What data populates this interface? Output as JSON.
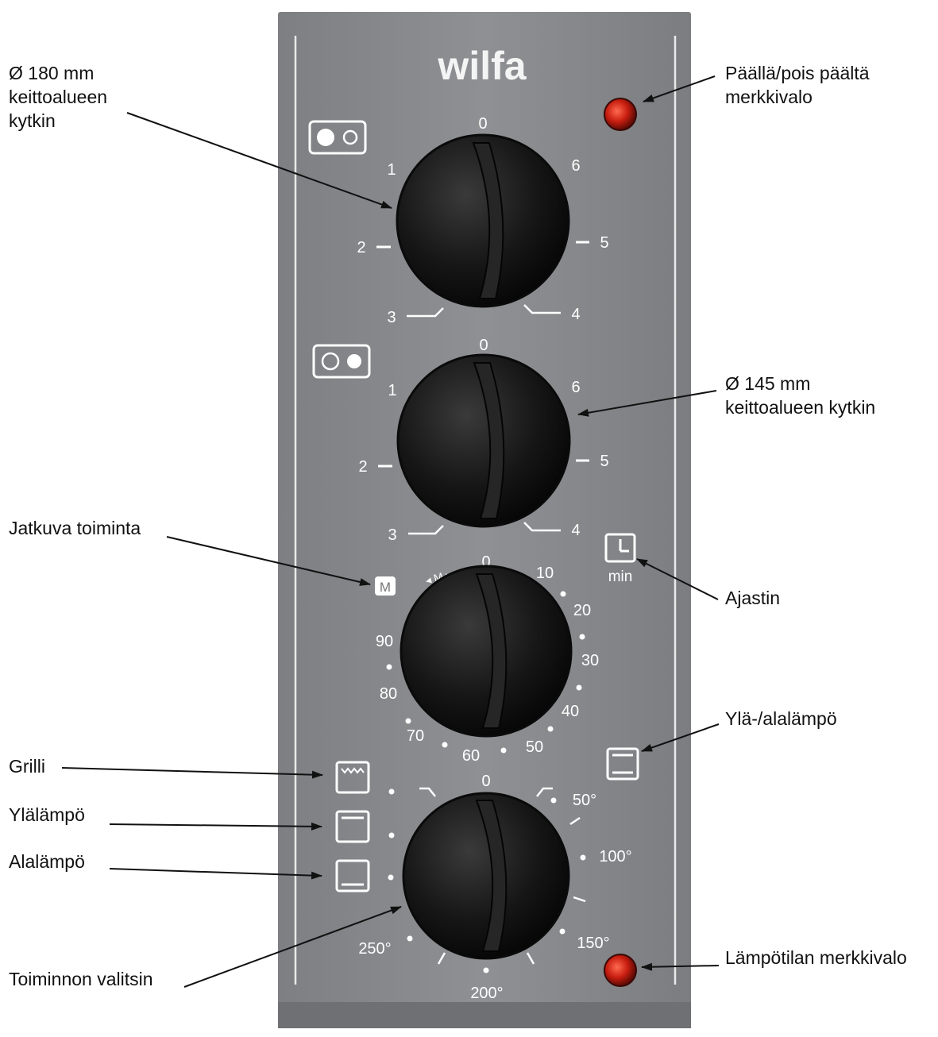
{
  "brand": "wilfa",
  "callouts": {
    "large_zone_switch": "Ø 180 mm\nkeittoalueen\nkytkin",
    "power_light": "Päällä/pois päältä\nmerkkivalo",
    "small_zone_switch": "Ø 145 mm\nkeittoalueen kytkin",
    "continuous": "Jatkuva toiminta",
    "timer": "Ajastin",
    "top_bottom_heat": "Ylä-/alalämpö",
    "grill": "Grilli",
    "top_heat": "Ylälämpö",
    "bottom_heat": "Alalämpö",
    "function_selector": "Toiminnon valitsin",
    "temp_light": "Lämpötilan merkkivalo"
  },
  "dial1": {
    "labels": [
      "0",
      "1",
      "2",
      "3",
      "4",
      "5",
      "6"
    ]
  },
  "dial2": {
    "labels": [
      "0",
      "1",
      "2",
      "3",
      "4",
      "5",
      "6"
    ]
  },
  "dial3": {
    "labels": [
      "0",
      "10",
      "20",
      "30",
      "40",
      "50",
      "60",
      "70",
      "80",
      "90"
    ],
    "manual_mark": "M",
    "manual_arrow_text": "◂ M ▸"
  },
  "dial4": {
    "labels": [
      "0",
      "50°",
      "100°",
      "150°",
      "200°",
      "250°"
    ]
  },
  "timer_unit": "min",
  "colors": {
    "panel": "#8a8c8f",
    "knob": "#161616",
    "indicator": "#c81e10",
    "label": "#ffffff"
  }
}
